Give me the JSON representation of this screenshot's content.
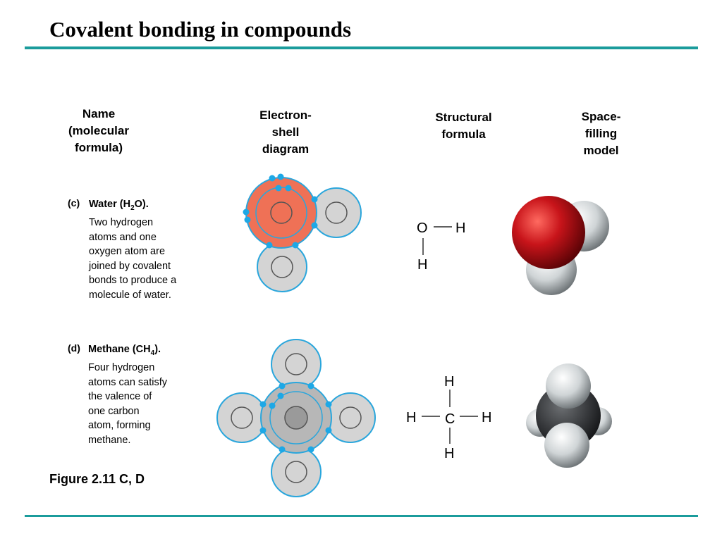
{
  "slide": {
    "title": "Covalent bonding in compounds",
    "rule_color": "#1b9c9c",
    "figure_caption": "Figure 2.11 C, D"
  },
  "columns": {
    "name_lines": [
      "Name",
      "(molecular",
      "formula)"
    ],
    "shell_lines": [
      "Electron-",
      "shell",
      "diagram"
    ],
    "structural_lines": [
      "Structural",
      "formula"
    ],
    "spacefill_lines": [
      "Space-",
      "filling",
      "model"
    ]
  },
  "water": {
    "label": "(c)",
    "name": "Water (H",
    "sub": "2",
    "name_end": "O).",
    "description_lines": [
      "Two hydrogen",
      "atoms and one",
      "oxygen atom are",
      "joined by covalent",
      "bonds to produce a",
      "molecule of water."
    ],
    "structural": {
      "o": "O",
      "h_right": "H",
      "h_bottom": "H"
    }
  },
  "methane": {
    "label": "(d)",
    "name": "Methane (CH",
    "sub": "4",
    "name_end": ").",
    "description_lines": [
      "Four hydrogen",
      "atoms can satisfy",
      "the valence of",
      "one carbon",
      "atom, forming",
      "methane."
    ],
    "structural": {
      "c": "C",
      "h_top": "H",
      "h_left": "H",
      "h_right": "H",
      "h_bottom": "H"
    }
  },
  "colors": {
    "electron": "#1da8e6",
    "shell_outline": "#2aa6dc",
    "hydrogen_fill": "#d4d4d4",
    "oxygen_fill": "#ef7156",
    "carbon_fill": "#b7b7b7",
    "oxygen_model": "#c8141a",
    "hydrogen_model": "#e2e6e8",
    "carbon_model": "#3a3c3f"
  }
}
